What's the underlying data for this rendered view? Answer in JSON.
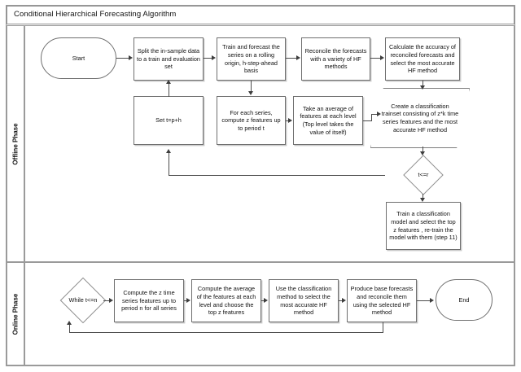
{
  "diagram": {
    "title": "Conditional Hierarchical Forecasting Algorithm",
    "type": "flowchart",
    "lanes": [
      {
        "id": "offline",
        "label": "Offline Phase"
      },
      {
        "id": "online",
        "label": "Online Phase"
      }
    ],
    "nodes": [
      {
        "id": "start",
        "shape": "terminator",
        "lane": "offline",
        "label": "Start"
      },
      {
        "id": "split",
        "shape": "process",
        "lane": "offline",
        "label": "Split the in-sample data to a train and evaluation set"
      },
      {
        "id": "trainfc",
        "shape": "process",
        "lane": "offline",
        "label": "Train and forecast  the series on a rolling origin, h-step-ahead basis"
      },
      {
        "id": "reconcile",
        "shape": "process",
        "lane": "offline",
        "label": "Reconcile the forecasts with a variety of HF methods"
      },
      {
        "id": "accuracy",
        "shape": "process",
        "lane": "offline",
        "label": "Calculate the accuracy of reconciled forecasts and select the most accurate HF method"
      },
      {
        "id": "sett",
        "shape": "process",
        "lane": "offline",
        "label": "Set t=p+h"
      },
      {
        "id": "features",
        "shape": "process",
        "lane": "offline",
        "label": "For each series, compute z features up to period t"
      },
      {
        "id": "average",
        "shape": "process",
        "lane": "offline",
        "label": "Take an average of features at each level (Top level takes the value of itself)"
      },
      {
        "id": "trainset",
        "shape": "parallelogram",
        "lane": "offline",
        "label": "Create a classification trainset consisting of z*k time series features  and the most accurate HF method"
      },
      {
        "id": "cond_tr",
        "shape": "decision",
        "lane": "offline",
        "label": "t<=r"
      },
      {
        "id": "trainmodel",
        "shape": "process",
        "lane": "offline",
        "label": "Train a classification model and select the top z features , re-train the model with them (step 11)"
      },
      {
        "id": "while_tn",
        "shape": "decision",
        "lane": "online",
        "label": "While t<=n"
      },
      {
        "id": "computez",
        "shape": "process",
        "lane": "online",
        "label": "Compute the z time series features up to period n for all series"
      },
      {
        "id": "avg_choose",
        "shape": "process",
        "lane": "online",
        "label": "Compute the average of the features at each level and choose the top z features"
      },
      {
        "id": "useclass",
        "shape": "process",
        "lane": "online",
        "label": "Use the classification method to select the most accurate HF method"
      },
      {
        "id": "produce",
        "shape": "process",
        "lane": "online",
        "label": "Produce base forecasts and reconcile them using the selected HF method"
      },
      {
        "id": "end",
        "shape": "terminator",
        "lane": "online",
        "label": "End"
      }
    ],
    "edges": [
      {
        "from": "start",
        "to": "split",
        "label": ""
      },
      {
        "from": "split",
        "to": "trainfc",
        "label": ""
      },
      {
        "from": "trainfc",
        "to": "reconcile",
        "label": ""
      },
      {
        "from": "reconcile",
        "to": "accuracy",
        "label": ""
      },
      {
        "from": "trainfc",
        "to": "features",
        "label": ""
      },
      {
        "from": "features",
        "to": "average",
        "label": ""
      },
      {
        "from": "average",
        "to": "trainset",
        "label": ""
      },
      {
        "from": "accuracy",
        "to": "trainset",
        "label": ""
      },
      {
        "from": "trainset",
        "to": "cond_tr",
        "label": ""
      },
      {
        "from": "cond_tr",
        "to": "sett",
        "label": ""
      },
      {
        "from": "sett",
        "to": "split",
        "label": ""
      },
      {
        "from": "cond_tr",
        "to": "trainmodel",
        "label": ""
      },
      {
        "from": "while_tn",
        "to": "computez",
        "label": ""
      },
      {
        "from": "computez",
        "to": "avg_choose",
        "label": ""
      },
      {
        "from": "avg_choose",
        "to": "useclass",
        "label": ""
      },
      {
        "from": "useclass",
        "to": "produce",
        "label": ""
      },
      {
        "from": "produce",
        "to": "end",
        "label": ""
      },
      {
        "from": "produce",
        "to": "while_tn",
        "label": ""
      }
    ],
    "colors": {
      "background": "#ffffff",
      "node_border": "#6f6f6f",
      "node_fill": "#ffffff",
      "connector": "#4c4c4c",
      "frame": "#9a9a9a",
      "text": "#111111",
      "shadow": "#c9c9c9"
    }
  }
}
